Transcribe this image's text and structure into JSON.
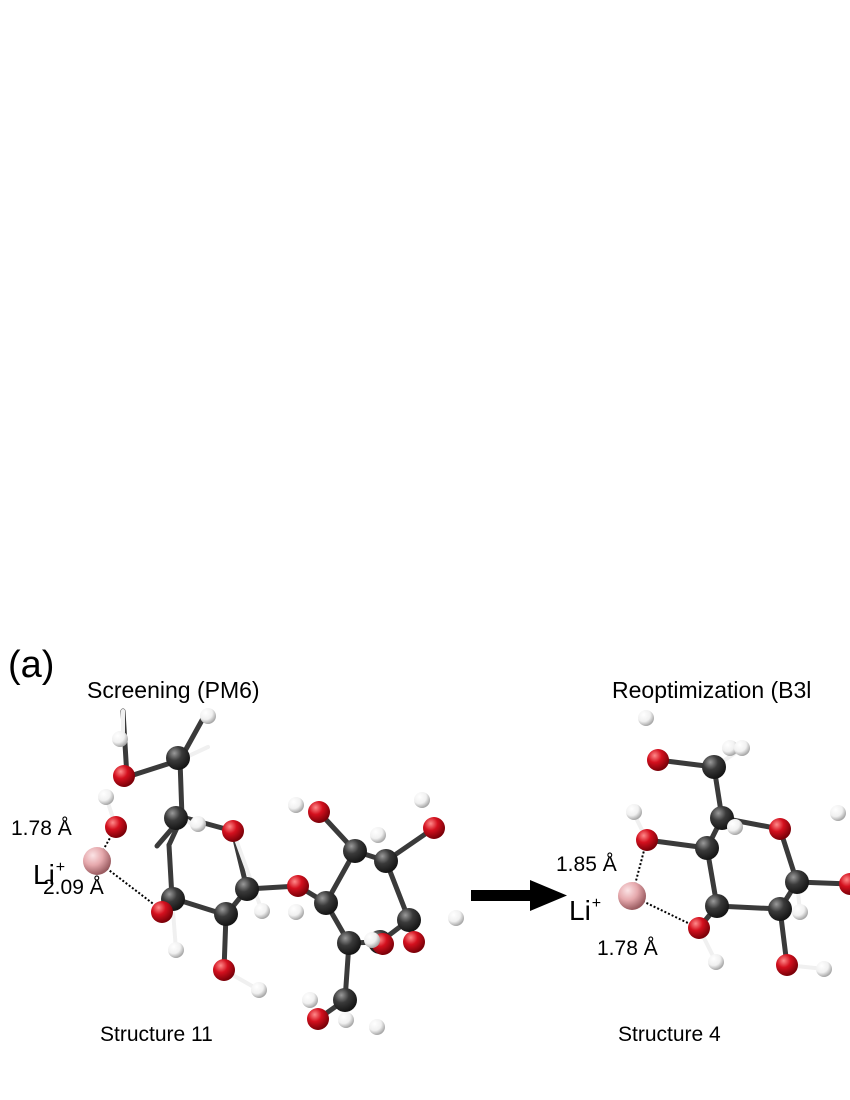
{
  "panel": {
    "label": "(a)",
    "left": {
      "heading": "Screening (PM6)",
      "distance_top": "1.78 Å",
      "distance_bottom": "2.09 Å",
      "ion_symbol": "Li",
      "ion_charge": "+",
      "caption": "Structure 11"
    },
    "right": {
      "heading": "Reoptimization (B3l",
      "distance_top": "1.85 Å",
      "distance_bottom": "1.78 Å",
      "ion_symbol": "Li",
      "ion_charge": "+",
      "caption": "Structure 4"
    }
  },
  "colors": {
    "carbon": "#3a3a3a",
    "oxygen": "#d4101e",
    "hydrogen": "#f2f2f2",
    "lithium": "#e6a9ad",
    "bond": "#3a3a3a",
    "arrow": "#000000"
  }
}
